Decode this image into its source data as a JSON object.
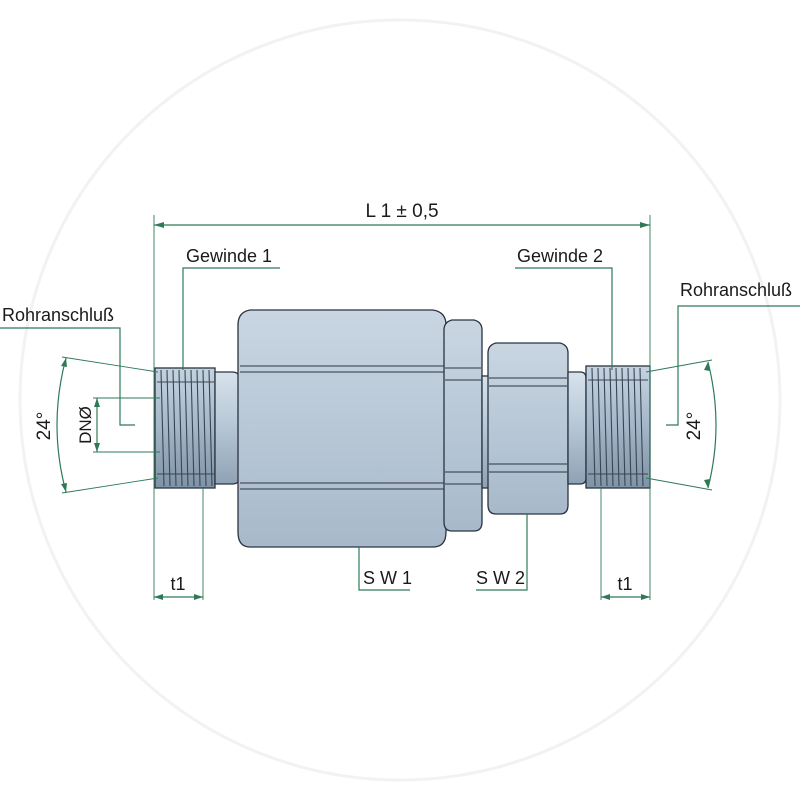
{
  "labels": {
    "overall_length": "L 1 ± 0,5",
    "thread_left": "Gewinde 1",
    "thread_right": "Gewinde 2",
    "pipe_left": "Rohranschluß",
    "pipe_right": "Rohranschluß",
    "angle_left": "24°",
    "angle_right": "24°",
    "bore_diameter": "DNØ",
    "depth_left": "t1",
    "depth_right": "t1",
    "wrench_1": "S W 1",
    "wrench_2": "S W 2"
  },
  "colors": {
    "dimension_line": "#2e7a57",
    "body_fill": "#b8c8d6",
    "body_stroke": "#2b3440"
  }
}
